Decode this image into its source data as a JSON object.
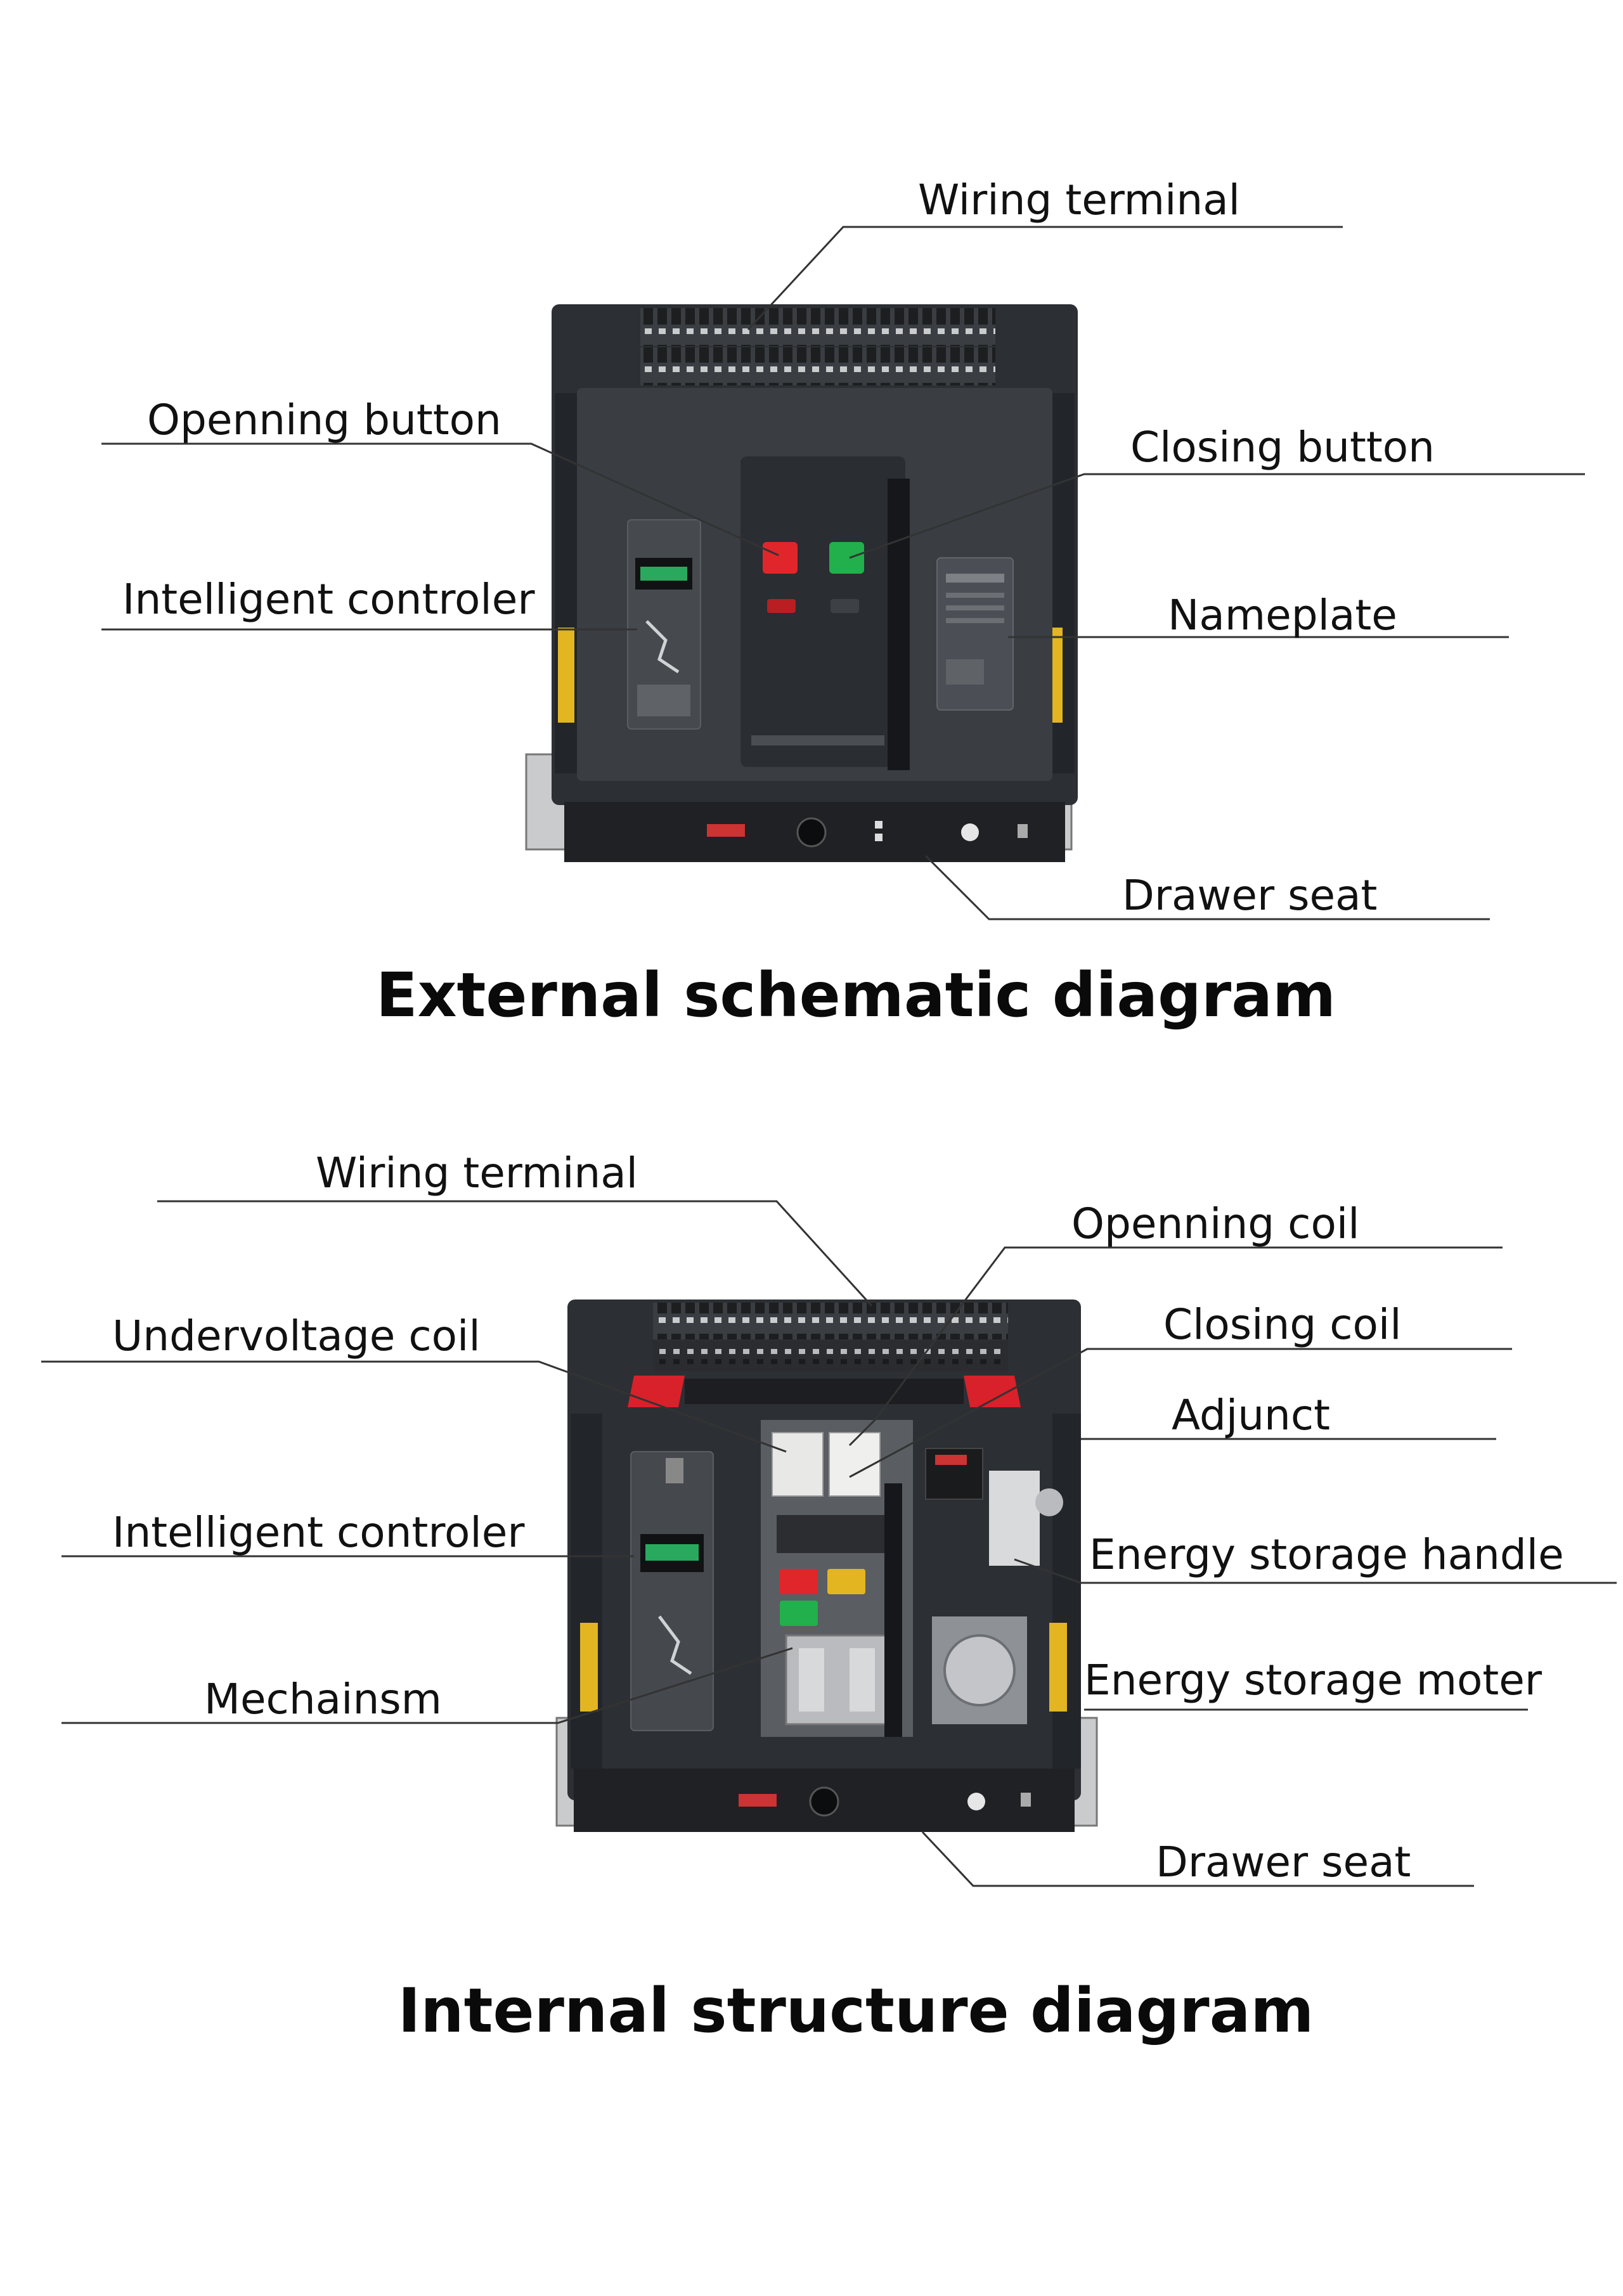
{
  "colors": {
    "cabinet": "#2c2f33",
    "panel": "#3a3e43",
    "red_button": "#e0262b",
    "green_button": "#21b04b",
    "red_bracket": "#d8212a",
    "yellow_side": "#e3b520",
    "display": "#2ec46a"
  },
  "external": {
    "title": "External schematic diagram",
    "labels": {
      "wiring_terminal": "Wiring terminal",
      "openning_button": "Openning button",
      "closing_button": "Closing button",
      "intelligent_controler": "Intelligent controler",
      "nameplate": "Nameplate",
      "drawer_seat": "Drawer seat"
    }
  },
  "internal": {
    "title": "Internal structure diagram",
    "labels": {
      "wiring_terminal": "Wiring terminal",
      "openning_coil": "Openning coil",
      "undervoltage_coil": "Undervoltage coil",
      "closing_coil": "Closing coil",
      "adjunct": "Adjunct",
      "intelligent_controler": "Intelligent controler",
      "energy_storage_handle": "Energy storage handle",
      "mechainsm": "Mechainsm",
      "energy_storage_moter": "Energy storage moter",
      "drawer_seat": "Drawer seat"
    }
  }
}
